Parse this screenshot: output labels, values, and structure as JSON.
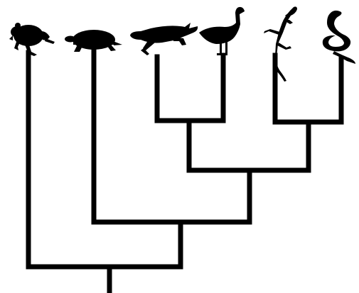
{
  "diagram": {
    "type": "cladogram",
    "line_color": "#000000",
    "silhouette_color": "#000000",
    "background": "#ffffff",
    "taxa": [
      {
        "id": "frog",
        "icon": "frog-icon"
      },
      {
        "id": "turtle",
        "icon": "turtle-icon"
      },
      {
        "id": "crocodile",
        "icon": "crocodile-icon"
      },
      {
        "id": "goose",
        "icon": "goose-icon"
      },
      {
        "id": "lizard",
        "icon": "lizard-icon"
      },
      {
        "id": "snake",
        "icon": "snake-icon"
      }
    ],
    "topology": [
      "frog",
      [
        "turtle",
        [
          [
            "crocodile",
            "goose"
          ],
          [
            "lizard",
            "snake"
          ]
        ]
      ]
    ]
  }
}
